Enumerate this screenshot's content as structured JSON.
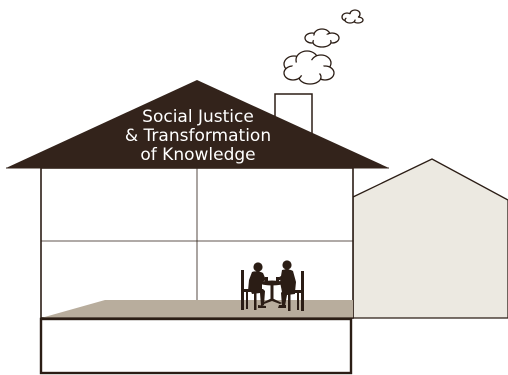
{
  "roof": {
    "line1": "Social Justice",
    "line2": "& Transformation",
    "line3": "of Knowledge"
  },
  "colors": {
    "roof": "#33231b",
    "outline": "#2b1d15",
    "floor": "#b8ad9d",
    "neighbor_house": "#ece9e1",
    "background": "#ffffff"
  },
  "icons": [
    "smoke-cloud-icon",
    "chimney-icon",
    "two-people-at-table-icon"
  ]
}
